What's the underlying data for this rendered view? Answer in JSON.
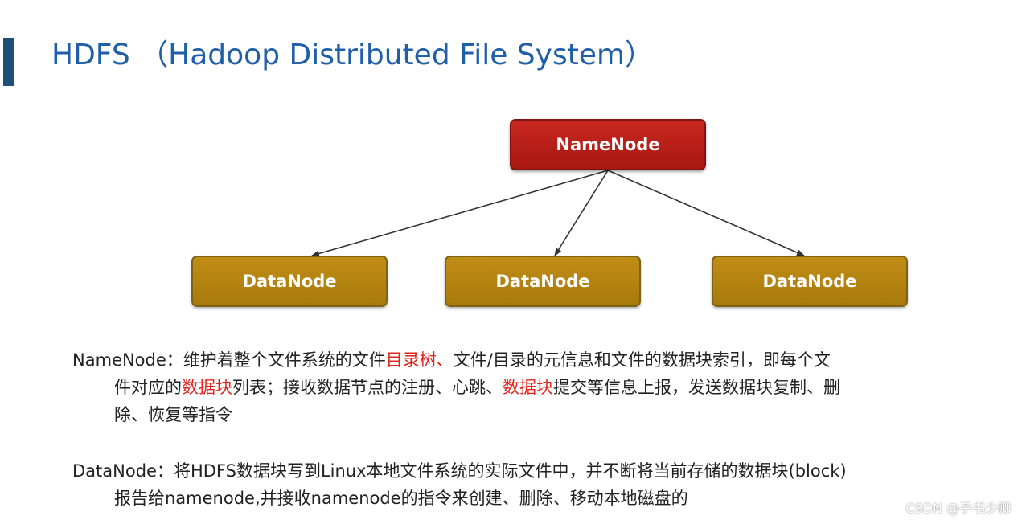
{
  "title": "HDFS （Hadoop Distributed File System）",
  "diagram": {
    "root": {
      "label": "NameNode"
    },
    "children": [
      {
        "label": "DataNode"
      },
      {
        "label": "DataNode"
      },
      {
        "label": "DataNode"
      }
    ]
  },
  "descriptions": {
    "namenode": {
      "term": "NameNode：",
      "line1_a": "维护着整个文件系统的文件",
      "line1_hl": "目录树、",
      "line1_b": "文件/目录的元信息和文件的数据块索引，即每个文",
      "line2_a": "件对应的",
      "line2_hl1": "数据块",
      "line2_b": "列表；接收数据节点的注册、心跳、",
      "line2_hl2": "数据块",
      "line2_c": "提交等信息上报，发送数据块复制、删",
      "line3": "除、恢复等指令"
    },
    "datanode": {
      "term": "DataNode：",
      "line1": "将HDFS数据块写到Linux本地文件系统的实际文件中，并不断将当前存储的数据块(block)",
      "line2": "报告给namenode,并接收namenode的指令来创建、删除、移动本地磁盘的"
    }
  },
  "watermark": "CSDN @子书少卿",
  "colors": {
    "title": "#1f5ea8",
    "accent_bar": "#1f4e79",
    "namenode_fill": "#b81e16",
    "datanode_fill": "#b5850f",
    "highlight_text": "#e2231a"
  }
}
